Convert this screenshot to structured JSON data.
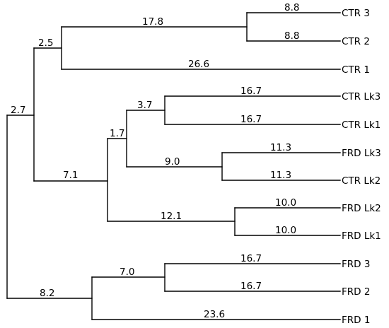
{
  "leaves": [
    "CTR 3",
    "CTR 2",
    "CTR 1",
    "CTR Lk3",
    "CTR Lk1",
    "FRD Lk3",
    "CTR Lk2",
    "FRD Lk2",
    "FRD Lk1",
    "FRD 3",
    "FRD 2",
    "FRD 1"
  ],
  "branch_lengths": {
    "root_left": "2.7",
    "root_right": "8.2",
    "ctr_clade": "2.5",
    "lk_clade": "7.1",
    "ctr32": "17.8",
    "ctr3": "8.8",
    "ctr2": "8.8",
    "ctr1": "26.6",
    "lk_inner": "1.7",
    "lk31": "3.7",
    "ctrlk3": "16.7",
    "ctrlk1": "16.7",
    "frdlk3_ctrlk2": "9.0",
    "frdlk3": "11.3",
    "ctrlk2": "11.3",
    "frdlk21": "12.1",
    "frdlk2": "10.0",
    "frdlk1": "10.0",
    "frd32": "7.0",
    "frd3": "16.7",
    "frd2": "16.7",
    "frd1": "23.6"
  }
}
